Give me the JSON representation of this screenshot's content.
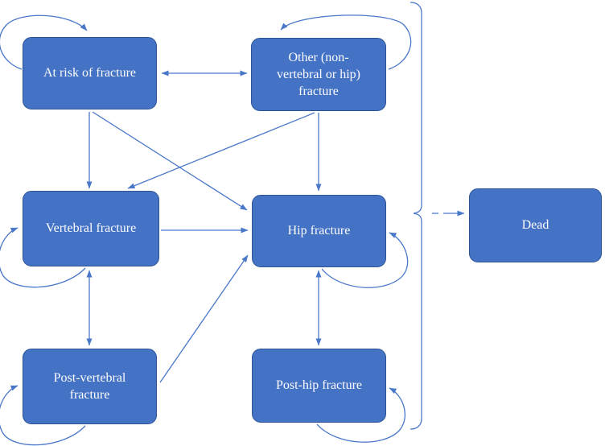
{
  "figure": {
    "kind": "state-transition-diagram",
    "background_color": "#ffffff",
    "colors": {
      "node_fill": "#4472C4",
      "node_border": "#2F5496",
      "connector": "#4A78C9",
      "label_text": "#fdfdfd"
    },
    "nodes": [
      {
        "id": "at-risk",
        "label": "At risk of fracture"
      },
      {
        "id": "other-fracture",
        "label": "Other (non-vertebral or hip) fracture"
      },
      {
        "id": "vertebral-fracture",
        "label": "Vertebral fracture"
      },
      {
        "id": "hip-fracture",
        "label": "Hip fracture"
      },
      {
        "id": "post-vertebral-fracture",
        "label": "Post-vertebral fracture"
      },
      {
        "id": "post-hip-fracture",
        "label": "Post-hip fracture"
      },
      {
        "id": "dead",
        "label": "Dead"
      }
    ],
    "transitions": [
      {
        "from": "at-risk",
        "to": "at-risk",
        "type": "self-loop"
      },
      {
        "from": "at-risk",
        "to": "other-fracture",
        "type": "bidirectional"
      },
      {
        "from": "at-risk",
        "to": "vertebral-fracture",
        "type": "one-way"
      },
      {
        "from": "at-risk",
        "to": "hip-fracture",
        "type": "one-way"
      },
      {
        "from": "other-fracture",
        "to": "other-fracture",
        "type": "self-loop"
      },
      {
        "from": "other-fracture",
        "to": "vertebral-fracture",
        "type": "one-way"
      },
      {
        "from": "other-fracture",
        "to": "hip-fracture",
        "type": "one-way"
      },
      {
        "from": "vertebral-fracture",
        "to": "vertebral-fracture",
        "type": "self-loop"
      },
      {
        "from": "vertebral-fracture",
        "to": "hip-fracture",
        "type": "one-way"
      },
      {
        "from": "vertebral-fracture",
        "to": "post-vertebral-fracture",
        "type": "bidirectional"
      },
      {
        "from": "post-vertebral-fracture",
        "to": "post-vertebral-fracture",
        "type": "self-loop"
      },
      {
        "from": "post-vertebral-fracture",
        "to": "hip-fracture",
        "type": "one-way"
      },
      {
        "from": "hip-fracture",
        "to": "hip-fracture",
        "type": "self-loop"
      },
      {
        "from": "hip-fracture",
        "to": "post-hip-fracture",
        "type": "bidirectional"
      },
      {
        "from": "post-hip-fracture",
        "to": "post-hip-fracture",
        "type": "self-loop"
      },
      {
        "from": "all-fracture-states",
        "to": "dead",
        "type": "bracket-dashed-arrow"
      }
    ]
  }
}
